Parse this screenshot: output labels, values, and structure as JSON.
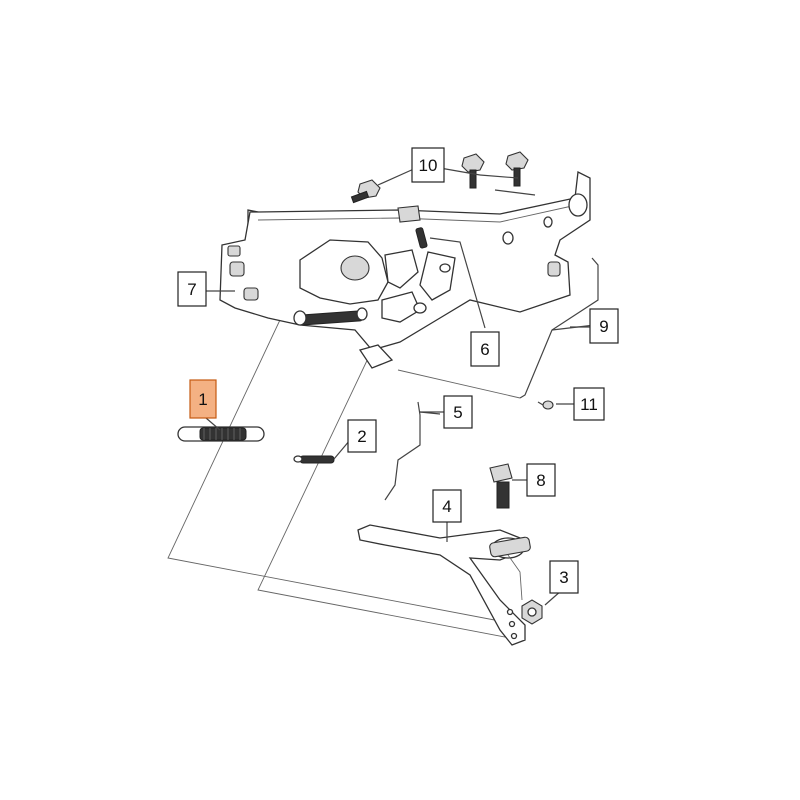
{
  "callouts": [
    {
      "id": "1",
      "label": "1",
      "highlighted": true
    },
    {
      "id": "2",
      "label": "2",
      "highlighted": false
    },
    {
      "id": "3",
      "label": "3",
      "highlighted": false
    },
    {
      "id": "4",
      "label": "4",
      "highlighted": false
    },
    {
      "id": "5",
      "label": "5",
      "highlighted": false
    },
    {
      "id": "6",
      "label": "6",
      "highlighted": false
    },
    {
      "id": "7",
      "label": "7",
      "highlighted": false
    },
    {
      "id": "8",
      "label": "8",
      "highlighted": false
    },
    {
      "id": "9",
      "label": "9",
      "highlighted": false
    },
    {
      "id": "10",
      "label": "10",
      "highlighted": false
    },
    {
      "id": "11",
      "label": "11",
      "highlighted": false
    }
  ],
  "colors": {
    "highlight_fill": "#f4b183",
    "highlight_stroke": "#c55a11",
    "line": "#333333"
  }
}
